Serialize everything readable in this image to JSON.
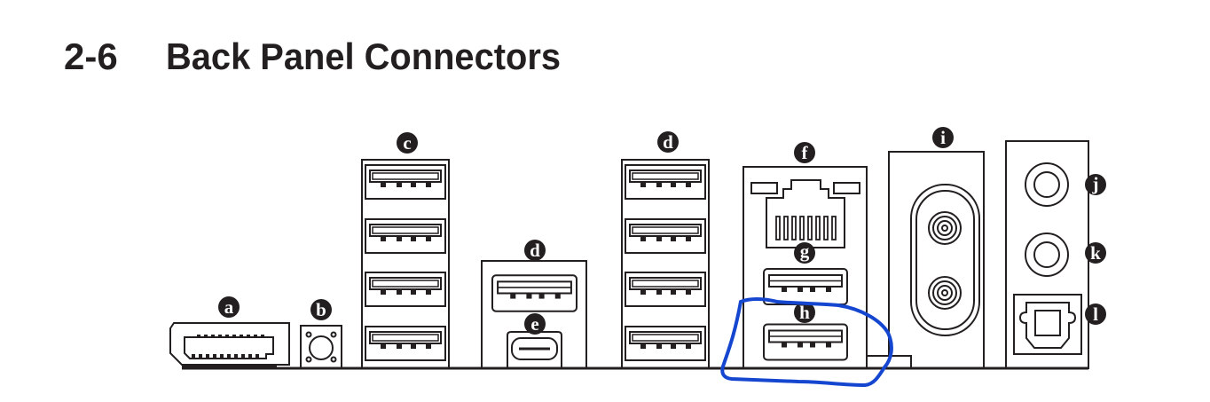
{
  "header": {
    "section_number": "2-6",
    "title": "Back Panel Connectors"
  },
  "callouts": {
    "a": "a",
    "b": "b",
    "c": "c",
    "d1": "d",
    "d2": "d",
    "e": "e",
    "f": "f",
    "g": "g",
    "h": "h",
    "i": "i",
    "j": "j",
    "k": "k",
    "l": "l"
  },
  "annotation": {
    "highlight_color": "#1546d0",
    "highlighted_callout": "h"
  }
}
